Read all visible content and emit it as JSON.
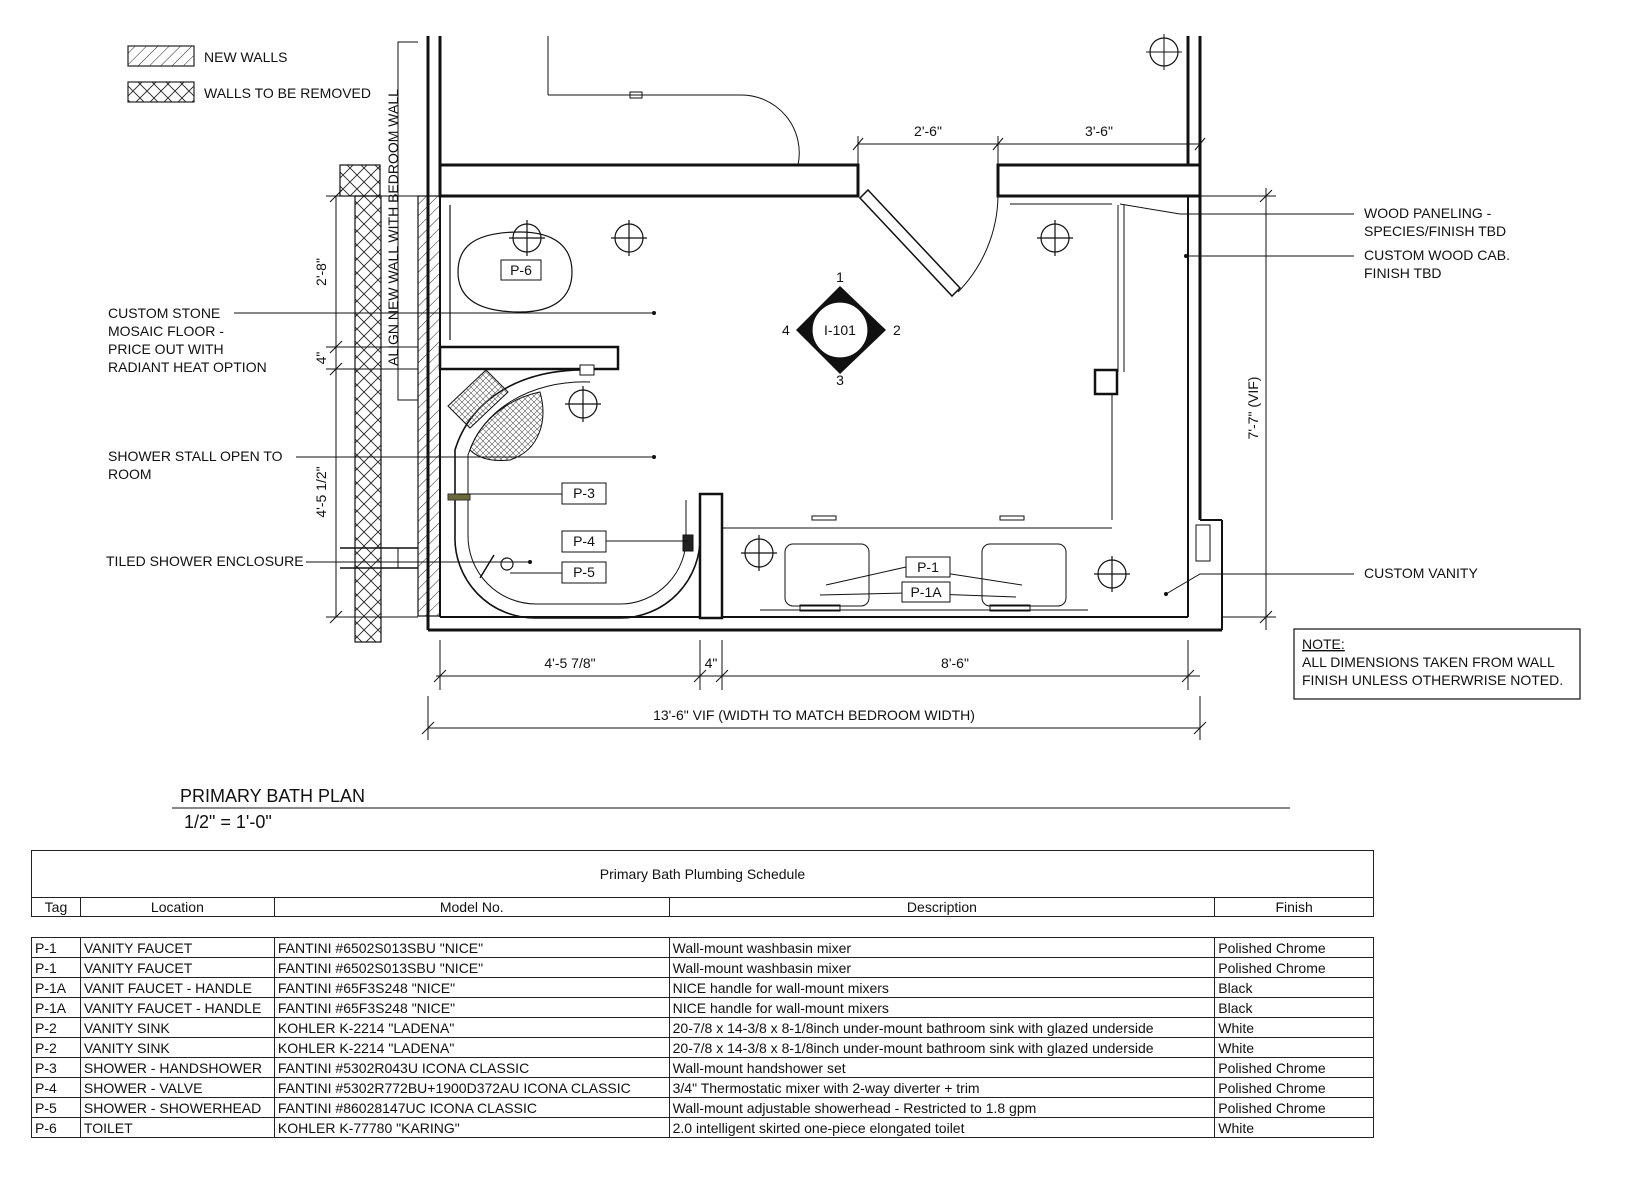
{
  "legend": {
    "new_walls": "NEW WALLS",
    "walls_removed": "WALLS TO BE REMOVED"
  },
  "callouts": {
    "align_wall": "ALIGN NEW WALL WITH BEDROOM WALL",
    "stone_floor": [
      "CUSTOM STONE",
      "MOSAIC FLOOR -",
      "PRICE OUT WITH",
      "RADIANT HEAT OPTION"
    ],
    "shower_open": [
      "SHOWER STALL OPEN TO",
      "ROOM"
    ],
    "tiled_enclosure": "TILED SHOWER ENCLOSURE",
    "wood_paneling": [
      "WOOD PANELING -",
      "SPECIES/FINISH TBD"
    ],
    "custom_cab": [
      "CUSTOM WOOD CAB.",
      "FINISH TBD"
    ],
    "custom_vanity": "CUSTOM VANITY"
  },
  "tags": {
    "p6": "P-6",
    "p3": "P-3",
    "p4": "P-4",
    "p5": "P-5",
    "p1": "P-1",
    "p1a": "P-1A"
  },
  "elevation_marker": {
    "label": "I-101",
    "n1": "1",
    "n2": "2",
    "n3": "3",
    "n4": "4"
  },
  "dimensions": {
    "top_left": "2'-6\"",
    "top_right": "3'-6\"",
    "left_upper": "2'-8\"",
    "left_mid": "4\"",
    "left_lower": "4'-5 1/2\"",
    "right_height": "7'-7\" (VIF)",
    "bottom_left": "4'-5 7/8\"",
    "bottom_mid": "4\"",
    "bottom_right": "8'-6\"",
    "overall": "13'-6\" VIF (WIDTH TO MATCH BEDROOM WIDTH)"
  },
  "note": {
    "heading": "NOTE:",
    "line1": "ALL DIMENSIONS TAKEN FROM WALL",
    "line2": "FINISH UNLESS OTHERWRISE NOTED."
  },
  "plan_title": "PRIMARY BATH PLAN",
  "plan_scale": "1/2\" = 1'-0\"",
  "schedule": {
    "caption": "Primary Bath Plumbing Schedule",
    "headers": [
      "Tag",
      "Location",
      "Model No.",
      "Description",
      "Finish"
    ],
    "rows": [
      [
        "P-1",
        "VANITY FAUCET",
        "FANTINI #6502S013SBU \"NICE\"",
        "Wall-mount washbasin mixer",
        "Polished Chrome"
      ],
      [
        "P-1",
        "VANITY FAUCET",
        "FANTINI #6502S013SBU \"NICE\"",
        "Wall-mount washbasin mixer",
        "Polished Chrome"
      ],
      [
        "P-1A",
        "VANIT FAUCET - HANDLE",
        "FANTINI #65F3S248 \"NICE\"",
        "NICE handle for wall-mount mixers",
        "Black"
      ],
      [
        "P-1A",
        "VANITY FAUCET - HANDLE",
        "FANTINI #65F3S248 \"NICE\"",
        "NICE handle for wall-mount mixers",
        "Black"
      ],
      [
        "P-2",
        "VANITY SINK",
        "KOHLER K-2214 \"LADENA\"",
        "20-7/8 x 14-3/8 x 8-1/8inch under-mount bathroom sink with glazed underside",
        "White"
      ],
      [
        "P-2",
        "VANITY SINK",
        "KOHLER K-2214 \"LADENA\"",
        "20-7/8 x 14-3/8 x 8-1/8inch under-mount bathroom sink with glazed underside",
        "White"
      ],
      [
        "P-3",
        "SHOWER - HANDSHOWER",
        "FANTINI #5302R043U ICONA CLASSIC",
        "Wall-mount handshower set",
        "Polished Chrome"
      ],
      [
        "P-4",
        "SHOWER - VALVE",
        "FANTINI #5302R772BU+1900D372AU ICONA CLASSIC",
        "3/4\" Thermostatic mixer with 2-way diverter + trim",
        "Polished Chrome"
      ],
      [
        "P-5",
        "SHOWER - SHOWERHEAD",
        "FANTINI #86028147UC ICONA CLASSIC",
        "Wall-mount adjustable showerhead - Restricted to 1.8 gpm",
        "Polished Chrome"
      ],
      [
        "P-6",
        "TOILET",
        "KOHLER K-77780 \"KARING\"",
        "2.0 intelligent skirted one-piece elongated toilet",
        "White"
      ]
    ]
  }
}
